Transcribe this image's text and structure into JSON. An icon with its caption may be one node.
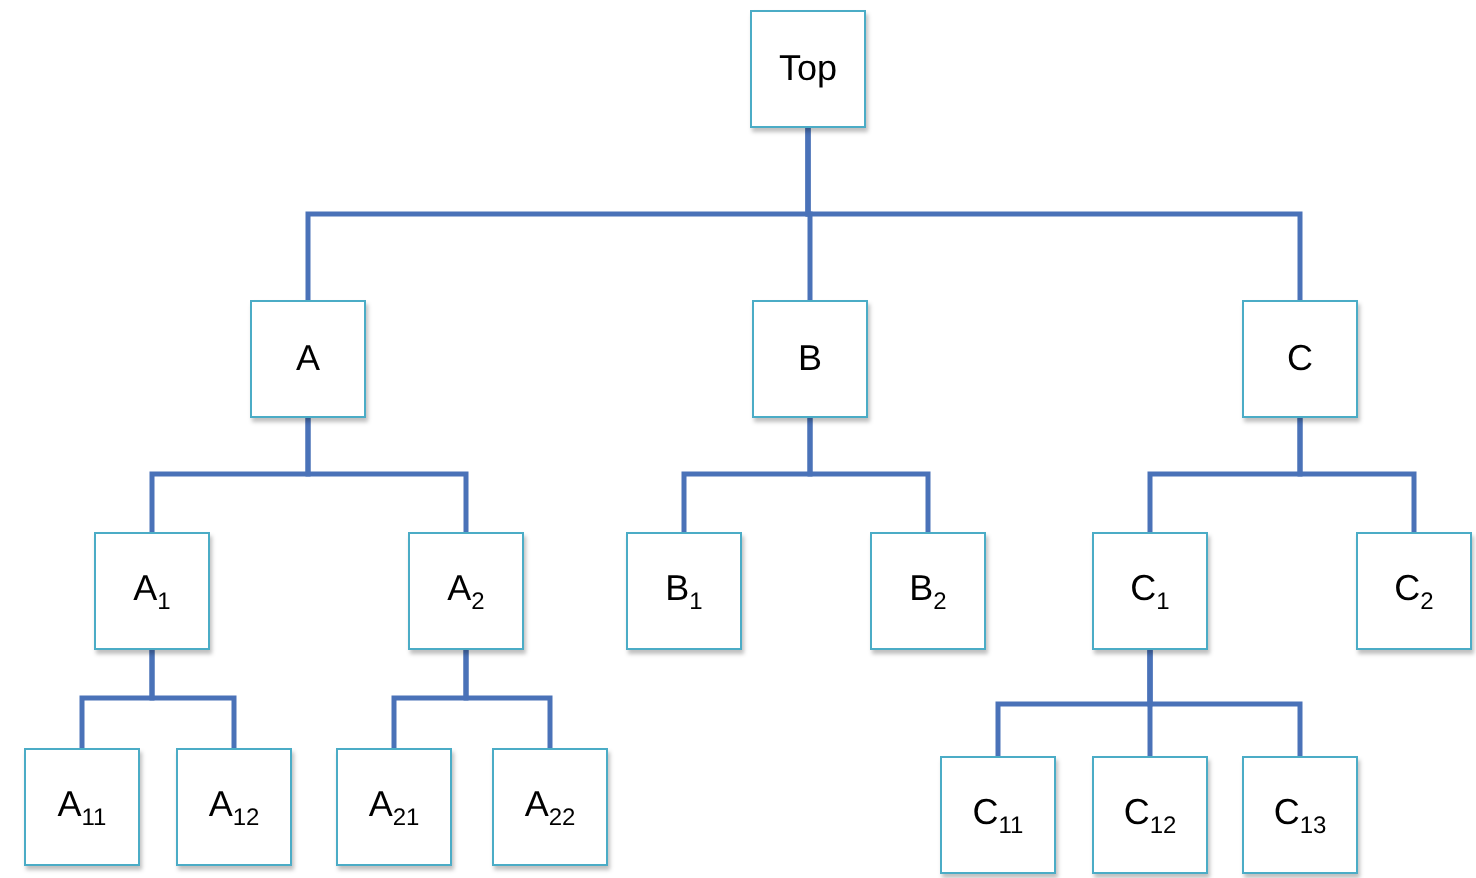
{
  "diagram": {
    "nodes": [
      {
        "text": [
          "Top"
        ]
      },
      {
        "text": [
          "A"
        ]
      },
      {
        "text": [
          "B"
        ]
      },
      {
        "text": [
          "C"
        ]
      },
      {
        "text": [
          "A$_{1}$"
        ]
      },
      {
        "text": [
          "A$_{2}$"
        ]
      },
      {
        "text": [
          "B$_{1}$"
        ]
      },
      {
        "text": [
          "B$_{2}$"
        ]
      },
      {
        "text": [
          "C$_{1}$"
        ]
      },
      {
        "text": [
          "C$_{2}$"
        ]
      },
      {
        "text": [
          "A$_{11}$"
        ]
      },
      {
        "text": [
          "A$_{12}$"
        ]
      },
      {
        "text": [
          "A$_{21}$"
        ]
      },
      {
        "text": [
          "A$_{22}$"
        ]
      },
      {
        "text": [
          "C$_{11}$"
        ]
      },
      {
        "text": [
          "C$_{12}$"
        ]
      },
      {
        "text": [
          "C$_{13}$"
        ]
      }
    ],
    "edges": [
      {
        "from": 0,
        "to": 1,
        "arrow": "none"
      },
      {
        "from": 0,
        "to": 2,
        "arrow": "none"
      },
      {
        "from": 0,
        "to": 3,
        "arrow": "none"
      },
      {
        "from": 1,
        "to": 4,
        "arrow": "none"
      },
      {
        "from": 1,
        "to": 5,
        "arrow": "none"
      },
      {
        "from": 2,
        "to": 6,
        "arrow": "none"
      },
      {
        "from": 2,
        "to": 7,
        "arrow": "none"
      },
      {
        "from": 3,
        "to": 8,
        "arrow": "none"
      },
      {
        "from": 3,
        "to": 9,
        "arrow": "none"
      },
      {
        "from": 4,
        "to": 10,
        "arrow": "none"
      },
      {
        "from": 4,
        "to": 11,
        "arrow": "none"
      },
      {
        "from": 5,
        "to": 12,
        "arrow": "none"
      },
      {
        "from": 5,
        "to": 13,
        "arrow": "none"
      },
      {
        "from": 8,
        "to": 14,
        "arrow": "none"
      },
      {
        "from": 8,
        "to": 15,
        "arrow": "none"
      },
      {
        "from": 8,
        "to": 16,
        "arrow": "none"
      }
    ]
  }
}
